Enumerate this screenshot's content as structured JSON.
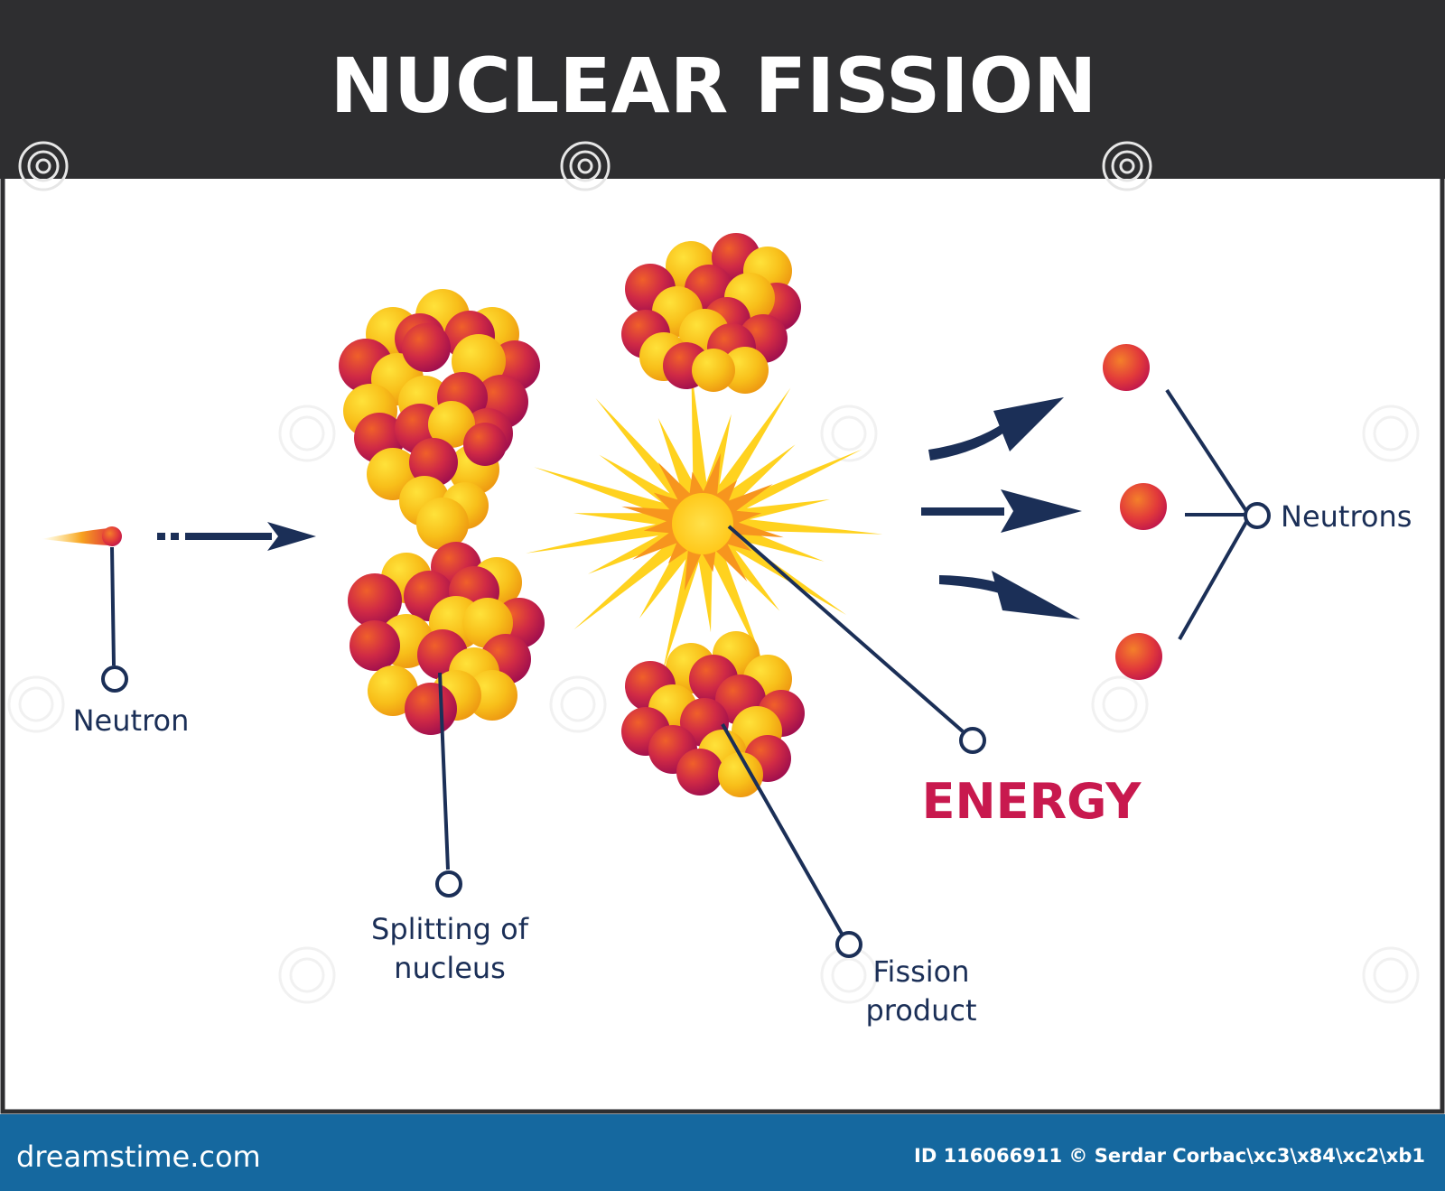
{
  "title": "NUCLEAR FISSION",
  "labels": {
    "neutron": "Neutron",
    "splitting_line1": "Splitting of",
    "splitting_line2": "nucleus",
    "fission_line1": "Fission",
    "fission_line2": "product",
    "energy": "ENERGY",
    "neutrons": "Neutrons"
  },
  "footer": {
    "site": "dreamstime.com",
    "credit": "ID 116066911 © Serdar Corbac\\xc3\\x84\\xc2\\xb1"
  },
  "colors": {
    "header_bg": "#2e2e30",
    "footer_bg": "#15689f",
    "label_navy": "#1b2f57",
    "energy_red": "#c8194e",
    "proton_red": "#c6184f",
    "neutron_yellow": "#f8bf1a",
    "flash_yellow": "#ffd21f",
    "flash_orange": "#f7951e"
  },
  "icons": [
    "neutron-icon",
    "nucleus-icon",
    "explosion-icon",
    "arrow-icon"
  ]
}
